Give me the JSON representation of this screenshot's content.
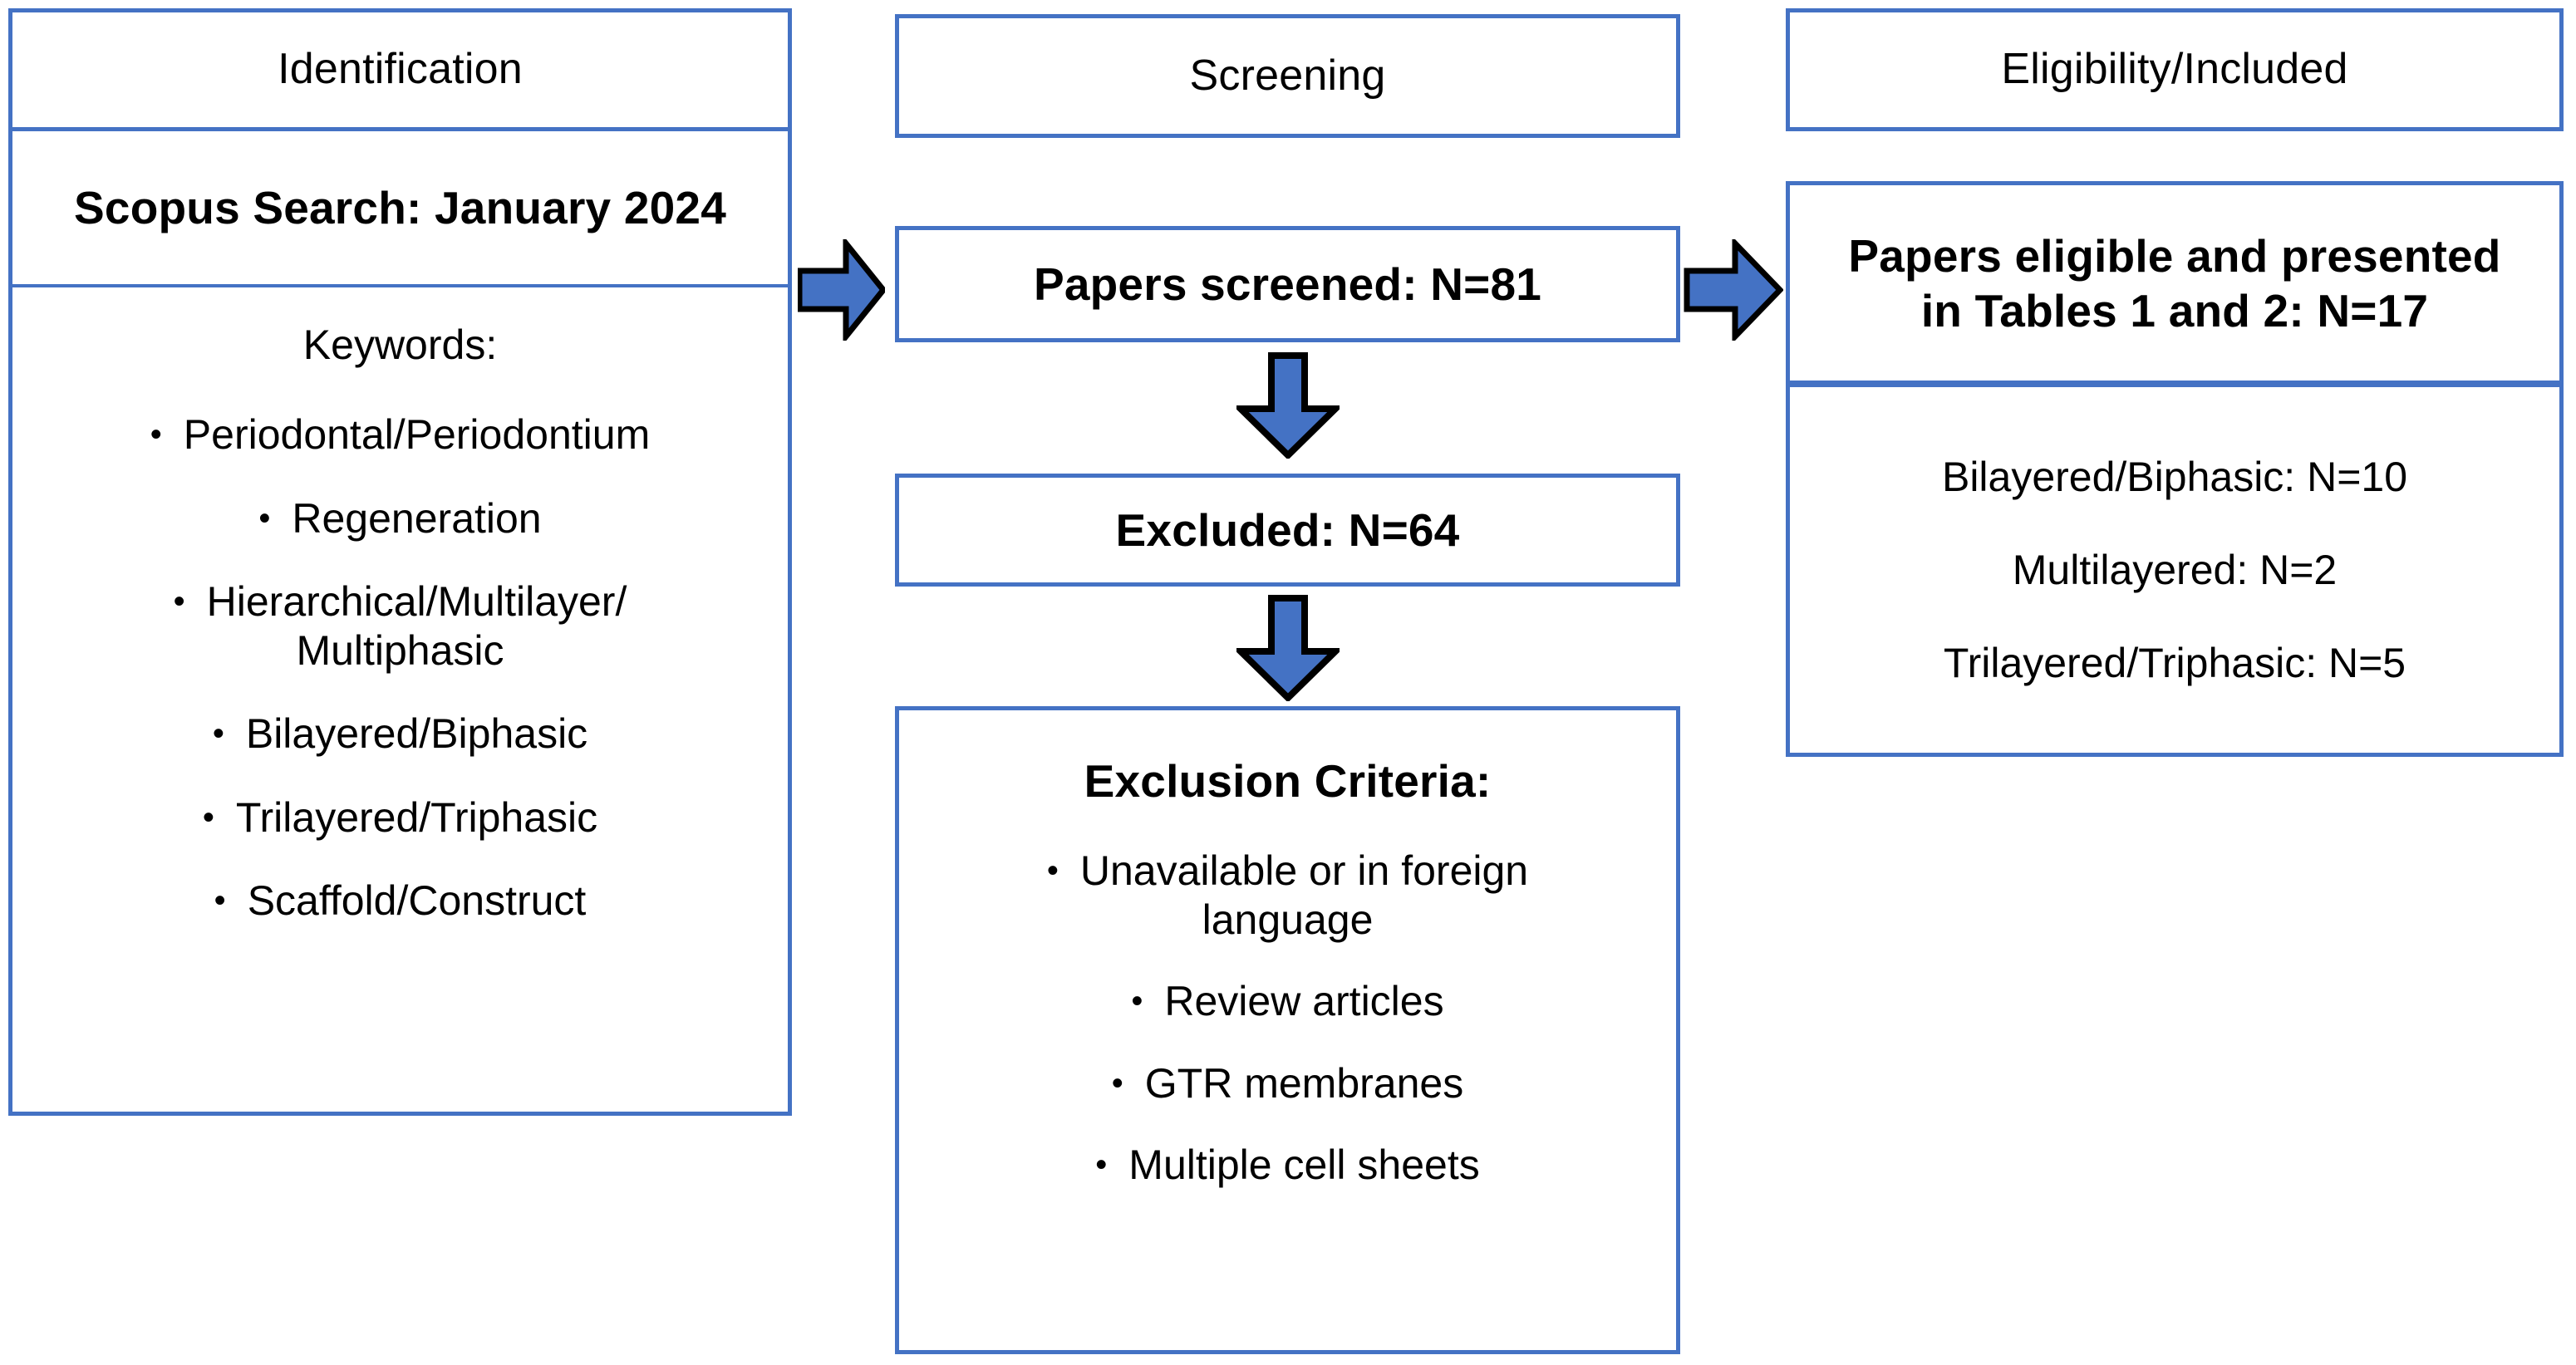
{
  "diagram": {
    "title": "PRISMA literature selection flow diagram",
    "colors": {
      "box_border": "#4472C4",
      "arrow_fill": "#4472C4",
      "arrow_outline": "#000000",
      "background": "#FFFFFF",
      "text": "#000000"
    }
  },
  "columns": {
    "identification": {
      "header": "Identification",
      "search_statement": "Scopus Search: January 2024",
      "keywords_label": "Keywords:",
      "keywords": [
        "Periodontal/Periodontium",
        "Regeneration",
        "Hierarchical/Multilayer/ Multiphasic",
        "Bilayered/Biphasic",
        "Trilayered/Triphasic",
        "Scaffold/Construct"
      ],
      "keywords_wrapped": [
        [
          "Periodontal/Periodontium"
        ],
        [
          "Regeneration"
        ],
        [
          "Hierarchical/Multilayer/",
          "Multiphasic"
        ],
        [
          "Bilayered/Biphasic"
        ],
        [
          "Trilayered/Triphasic"
        ],
        [
          "Scaffold/Construct"
        ]
      ]
    },
    "screening": {
      "header": "Screening",
      "papers_screened": "Papers screened: N=81",
      "excluded": "Excluded: N=64",
      "exclusion_title": "Exclusion Criteria:",
      "exclusion_criteria": [
        "Unavailable or in foreign language",
        "Review articles",
        "GTR membranes",
        "Multiple cell sheets"
      ],
      "exclusion_criteria_wrapped": [
        [
          "Unavailable or in foreign",
          "language"
        ],
        [
          "Review articles"
        ],
        [
          "GTR membranes"
        ],
        [
          "Multiple cell sheets"
        ]
      ]
    },
    "eligibility": {
      "header": "Eligibility/Included",
      "eligible_statement_line1": "Papers eligible and presented",
      "eligible_statement_line2": "in Tables 1 and 2: N=17",
      "breakdown": [
        "Bilayered/Biphasic: N=10",
        "Multilayered: N=2",
        "Trilayered/Triphasic: N=5"
      ]
    }
  },
  "connectors": {
    "right_arrow_1": "arrow-right",
    "right_arrow_2": "arrow-right",
    "down_arrow_1": "arrow-down",
    "down_arrow_2": "arrow-down"
  },
  "bullet_glyph": "•",
  "counts": {
    "papers_screened": 81,
    "excluded": 64,
    "included": 17,
    "bilayered_biphasic": 10,
    "multilayered": 2,
    "trilayered_triphasic": 5
  }
}
